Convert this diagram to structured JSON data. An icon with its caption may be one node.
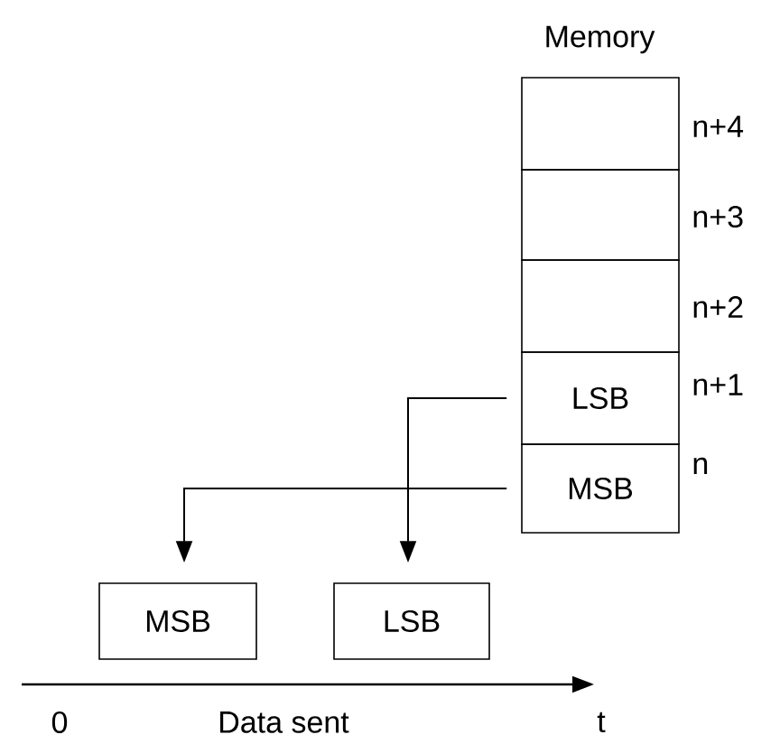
{
  "diagram": {
    "title": "Memory",
    "nodes": [
      {
        "text": [],
        "shape": "box",
        "beside": [
          "n+4"
        ]
      },
      {
        "text": [],
        "shape": "box",
        "beside": [
          "n+3"
        ]
      },
      {
        "text": [],
        "shape": "box",
        "beside": [
          "n+2"
        ]
      },
      {
        "text": [
          "LSB"
        ],
        "beside": [
          "n+1"
        ]
      },
      {
        "text": [
          "MSB"
        ],
        "beside": [
          "n"
        ]
      },
      {
        "text": [
          "MSB"
        ]
      },
      {
        "text": [
          "LSB"
        ]
      }
    ],
    "edges": [
      {
        "from": 3,
        "to": 6,
        "arrow": "to"
      },
      {
        "from": 4,
        "to": 5,
        "arrow": "to"
      }
    ],
    "labels": [
      "0",
      "Data sent",
      "t"
    ]
  }
}
